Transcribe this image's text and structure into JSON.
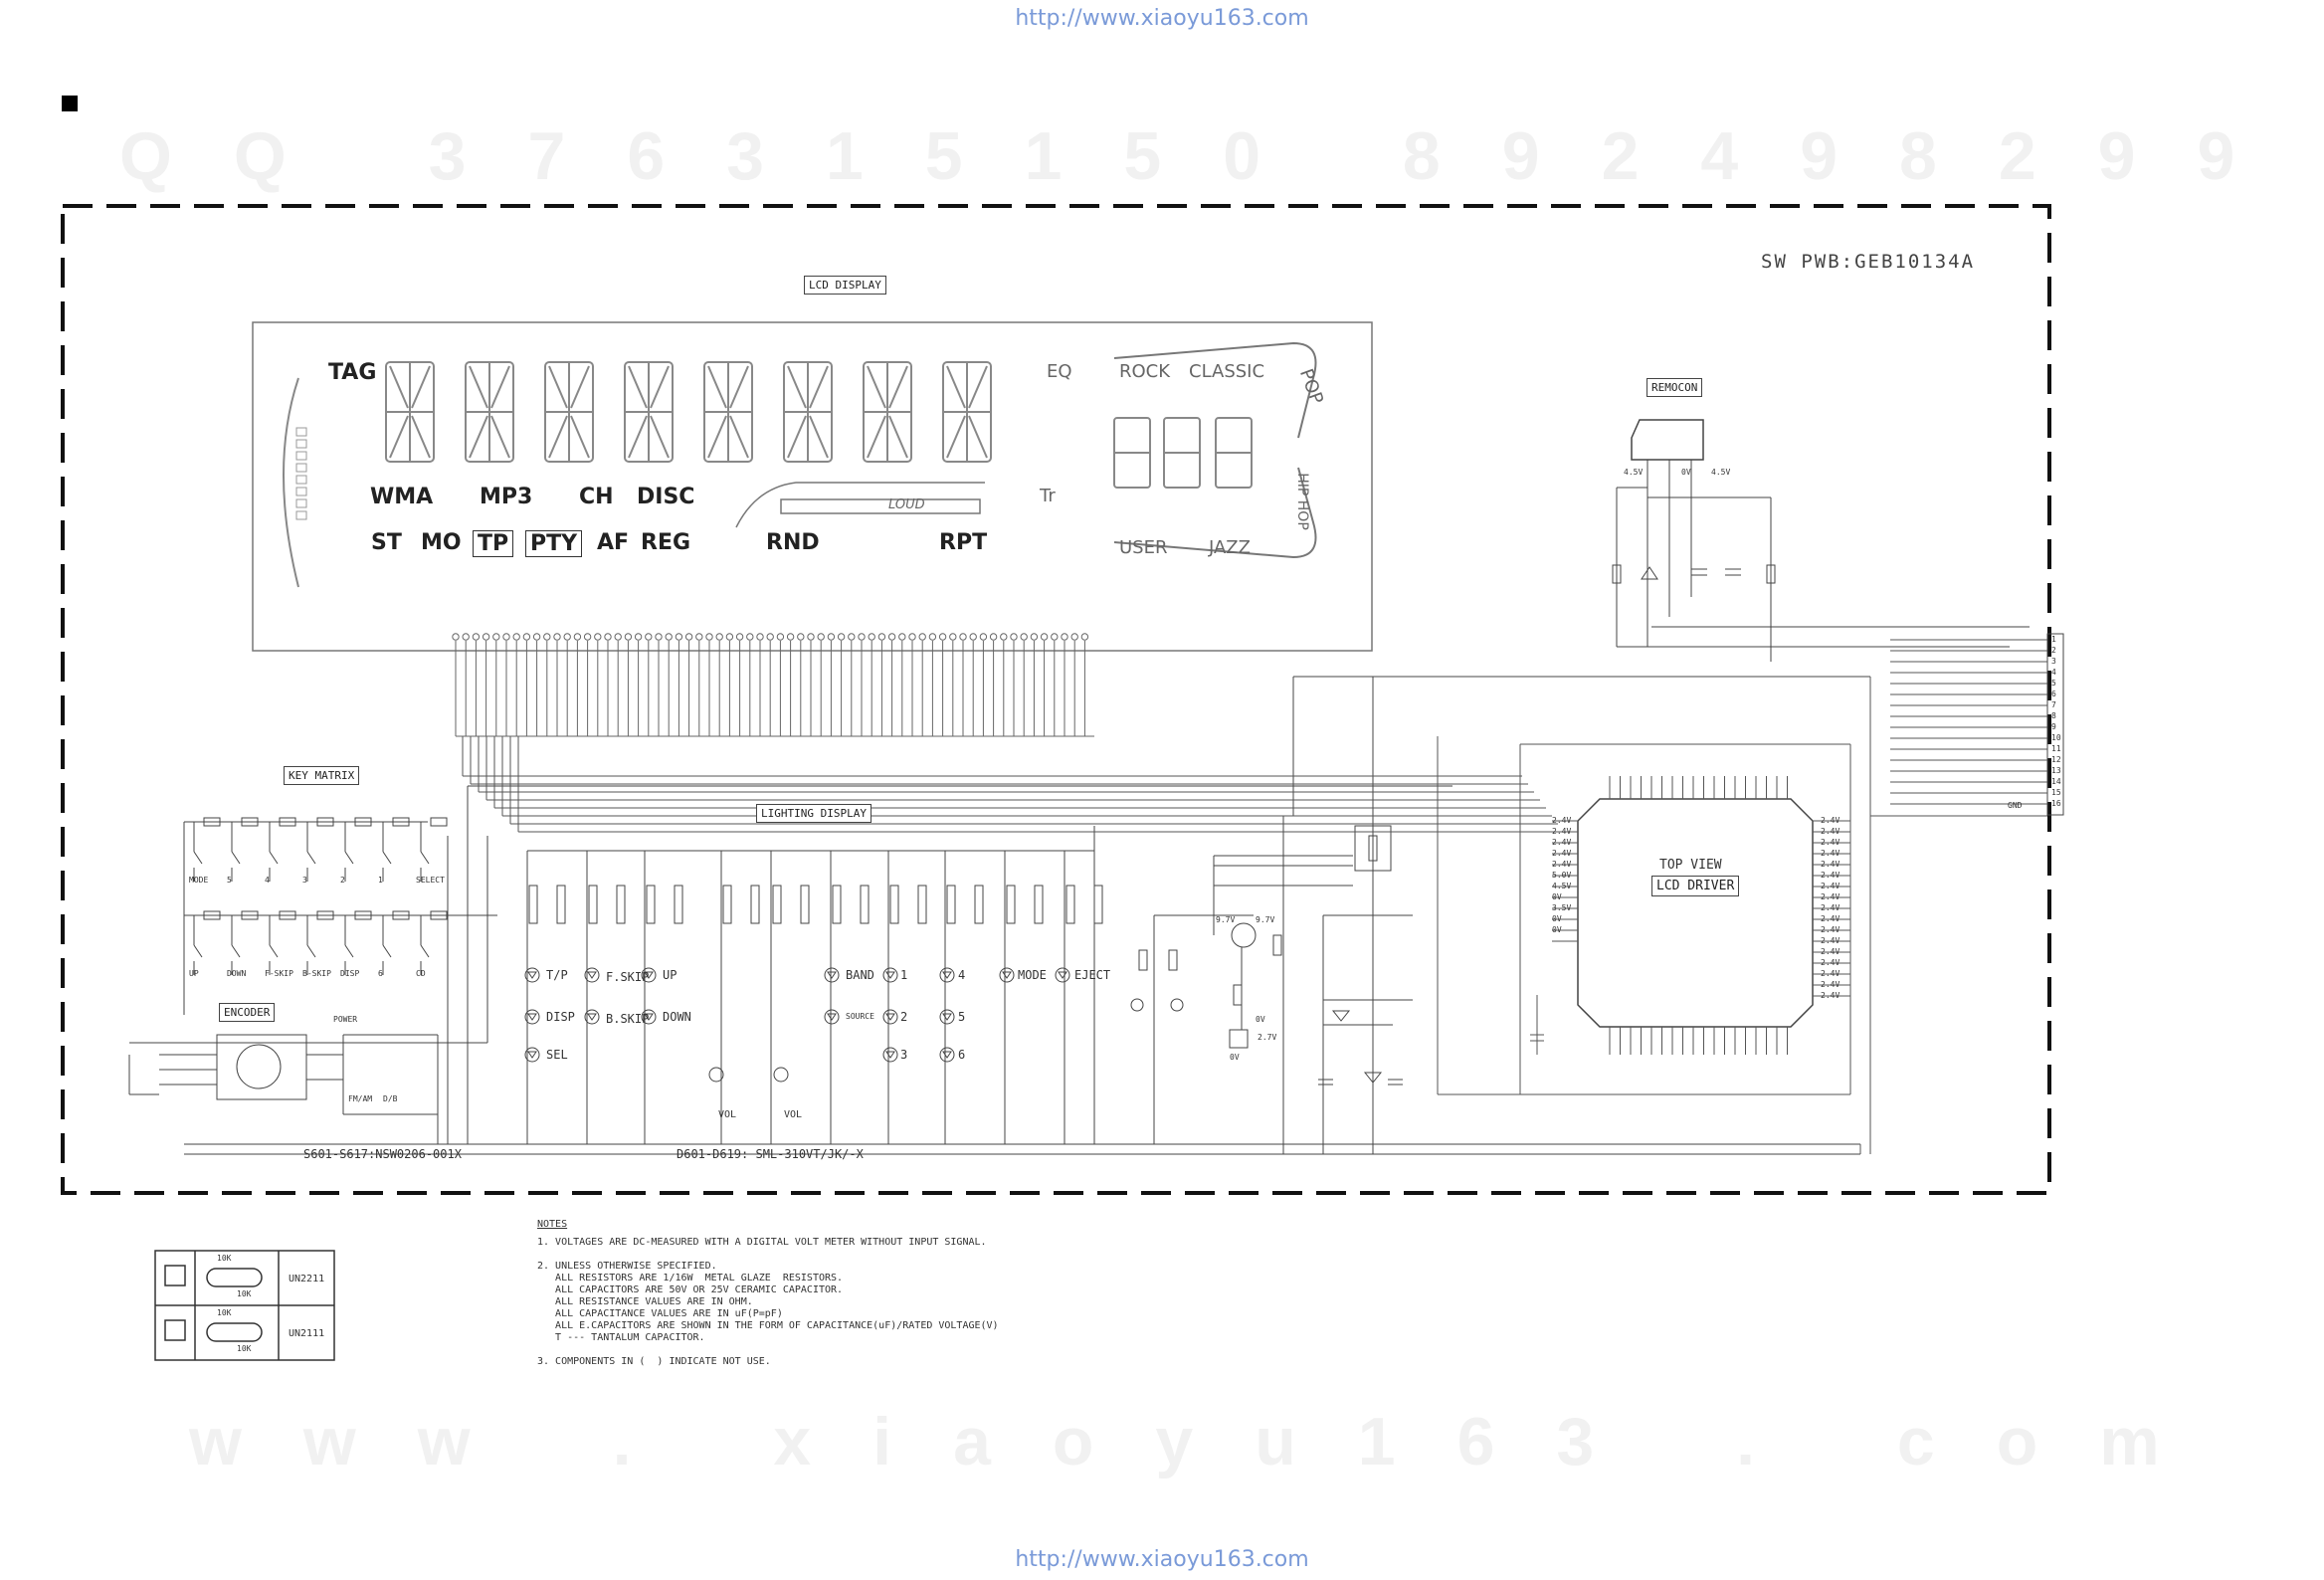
{
  "header": {
    "url_top": "http://www.xiaoyu163.com",
    "url_bottom": "http://www.xiaoyu163.com"
  },
  "watermarks": {
    "qq_line": "QQ 376315150   892498299",
    "www_line": "www . xiaoyu163 . com"
  },
  "board": {
    "title": "SW PWB:GEB10134A"
  },
  "blocks": {
    "lcd_display": "LCD DISPLAY",
    "remocon": "REMOCON",
    "key_matrix": "KEY MATRIX",
    "lighting_display": "LIGHTING DISPLAY",
    "encoder": "ENCODER",
    "lcd_driver_top": "TOP VIEW",
    "lcd_driver": "LCD DRIVER"
  },
  "lcd_segments": {
    "row1": [
      "TAG"
    ],
    "row2": [
      "WMA",
      "MP3",
      "CH",
      "DISC"
    ],
    "row3": [
      "ST",
      "MO",
      "TP",
      "PTY",
      "AF",
      "REG"
    ],
    "right_row": [
      "RND",
      "RPT"
    ],
    "eq": [
      "EQ",
      "ROCK",
      "CLASSIC",
      "POP",
      "HIP HOP",
      "USER",
      "JAZZ",
      "LOUD",
      "Tr"
    ]
  },
  "key_matrix": {
    "row1": [
      "MODE",
      "5",
      "4",
      "3",
      "2",
      "1",
      "SELECT"
    ],
    "row2": [
      "UP",
      "DOWN",
      "F-SKIP",
      "B-SKIP",
      "DISP",
      "6",
      "CD"
    ],
    "encoder_keys": [
      "POWER",
      "FM/AM",
      "D/B"
    ],
    "switch_ref": "S601-S617:NSW0206-001X"
  },
  "lighting": {
    "leds_left": [
      "T/P",
      "F.SKIP",
      "UP",
      "DISP",
      "B.SKIP",
      "DOWN",
      "SEL"
    ],
    "leds_right": [
      "BAND",
      "1",
      "4",
      "MODE",
      "EJECT",
      "SOURCE",
      "2",
      "5",
      "3",
      "6"
    ],
    "vol": [
      "VOL",
      "VOL"
    ],
    "led_ref": "D601-D619: SML-310VT/JK/-X"
  },
  "remocon_voltages": [
    "4.5V",
    "0V",
    "4.5V"
  ],
  "driver_voltages": {
    "left": [
      "2.4V",
      "2.4V",
      "2.4V",
      "2.4V",
      "2.4V",
      "5.0V",
      "4.5V",
      "0V",
      "3.5V",
      "0V",
      "0V"
    ],
    "right": [
      "2.4V",
      "2.4V",
      "2.4V",
      "2.4V",
      "2.4V",
      "2.4V",
      "2.4V",
      "2.4V",
      "2.4V",
      "2.4V",
      "2.4V",
      "2.4V",
      "2.4V",
      "2.4V",
      "2.4V",
      "2.4V",
      "2.4V"
    ]
  },
  "transistor_voltages": [
    "9.7V",
    "9.7V",
    "0V",
    "2.7V",
    "0V"
  ],
  "connector": {
    "pins": [
      "1",
      "2",
      "3",
      "4",
      "5",
      "6",
      "7",
      "8",
      "9",
      "10",
      "11",
      "12",
      "13",
      "14",
      "15",
      "16"
    ],
    "gnd": "GND"
  },
  "legend": {
    "rows": [
      {
        "r1": "10K",
        "r2": "10K",
        "part": "UN2211"
      },
      {
        "r1": "10K",
        "r2": "10K",
        "part": "UN2111"
      }
    ]
  },
  "notes": {
    "title": "NOTES",
    "lines": [
      "1. VOLTAGES ARE DC-MEASURED WITH A DIGITAL VOLT METER WITHOUT INPUT SIGNAL.",
      "",
      "2. UNLESS OTHERWISE SPECIFIED.",
      "   ALL RESISTORS ARE 1/16W  METAL GLAZE  RESISTORS.",
      "   ALL CAPACITORS ARE 50V OR 25V CERAMIC CAPACITOR.",
      "   ALL RESISTANCE VALUES ARE IN OHM.",
      "   ALL CAPACITANCE VALUES ARE IN uF(P=pF)",
      "   ALL E.CAPACITORS ARE SHOWN IN THE FORM OF CAPACITANCE(uF)/RATED VOLTAGE(V)",
      "   T --- TANTALUM CAPACITOR.",
      "",
      "3. COMPONENTS IN (  ) INDICATE NOT USE."
    ]
  }
}
